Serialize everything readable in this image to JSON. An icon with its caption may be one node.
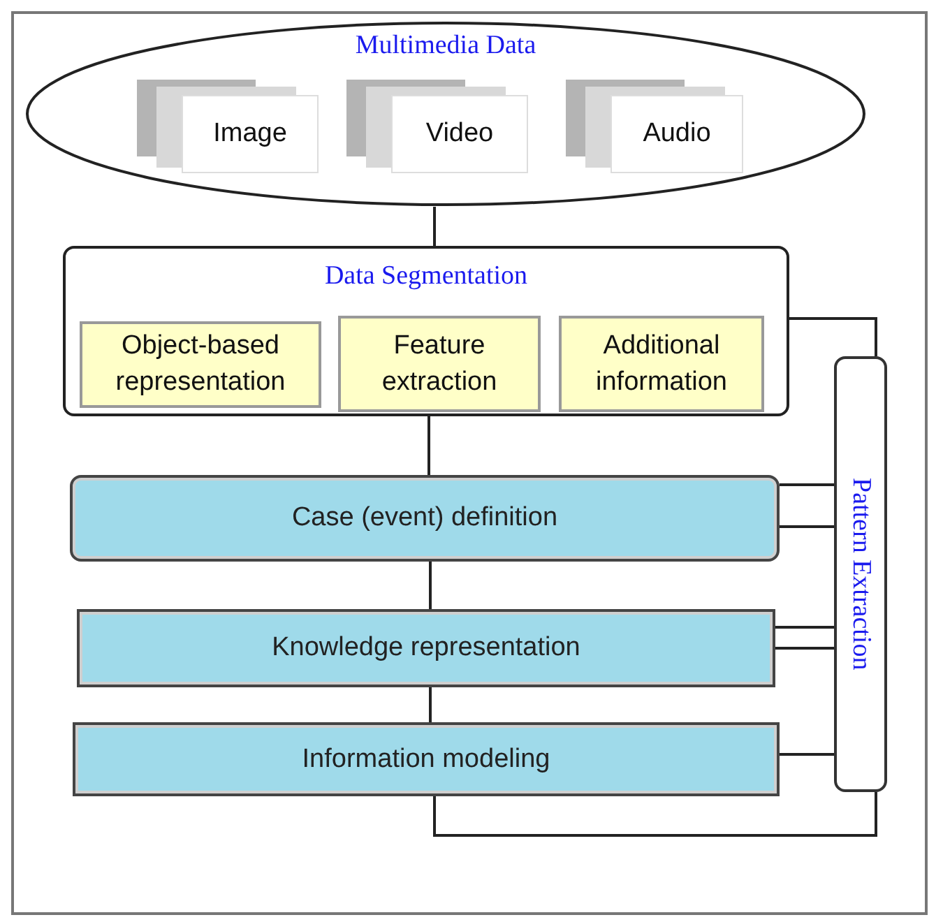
{
  "diagram": {
    "nodes": [
      {
        "text": [
          "Multimedia Data"
        ]
      },
      {
        "text": [
          "Image"
        ],
        "in": 0
      },
      {
        "text": [
          "Video"
        ],
        "in": 0
      },
      {
        "text": [
          "Audio"
        ],
        "in": 0
      },
      {
        "text": [
          "Data Segmentation"
        ]
      },
      {
        "text": [
          "Object-based representation"
        ],
        "in": 4
      },
      {
        "text": [
          "Feature extraction"
        ],
        "in": 4
      },
      {
        "text": [
          "Additional information"
        ],
        "in": 4
      },
      {
        "text": [
          "Case (event) definition"
        ]
      },
      {
        "text": [
          "Knowledge representation"
        ]
      },
      {
        "text": [
          "Information modeling"
        ]
      },
      {
        "text": [
          "Pattern Extraction"
        ]
      }
    ],
    "edges": [
      {
        "from": 0,
        "to": 4,
        "arrow": "none"
      },
      {
        "from": 4,
        "to": 11,
        "arrow": "none"
      },
      {
        "from": 4,
        "to": 8,
        "arrow": "none"
      },
      {
        "from": 8,
        "to": 11,
        "arrow": "none"
      },
      {
        "from": 8,
        "to": 11,
        "arrow": "none"
      },
      {
        "from": 8,
        "to": 9,
        "arrow": "none"
      },
      {
        "from": 9,
        "to": 11,
        "arrow": "none"
      },
      {
        "from": 9,
        "to": 11,
        "arrow": "none"
      },
      {
        "from": 9,
        "to": 10,
        "arrow": "none"
      },
      {
        "from": 10,
        "to": 11,
        "arrow": "none"
      },
      {
        "from": 10,
        "to": 11,
        "arrow": "none"
      }
    ]
  }
}
